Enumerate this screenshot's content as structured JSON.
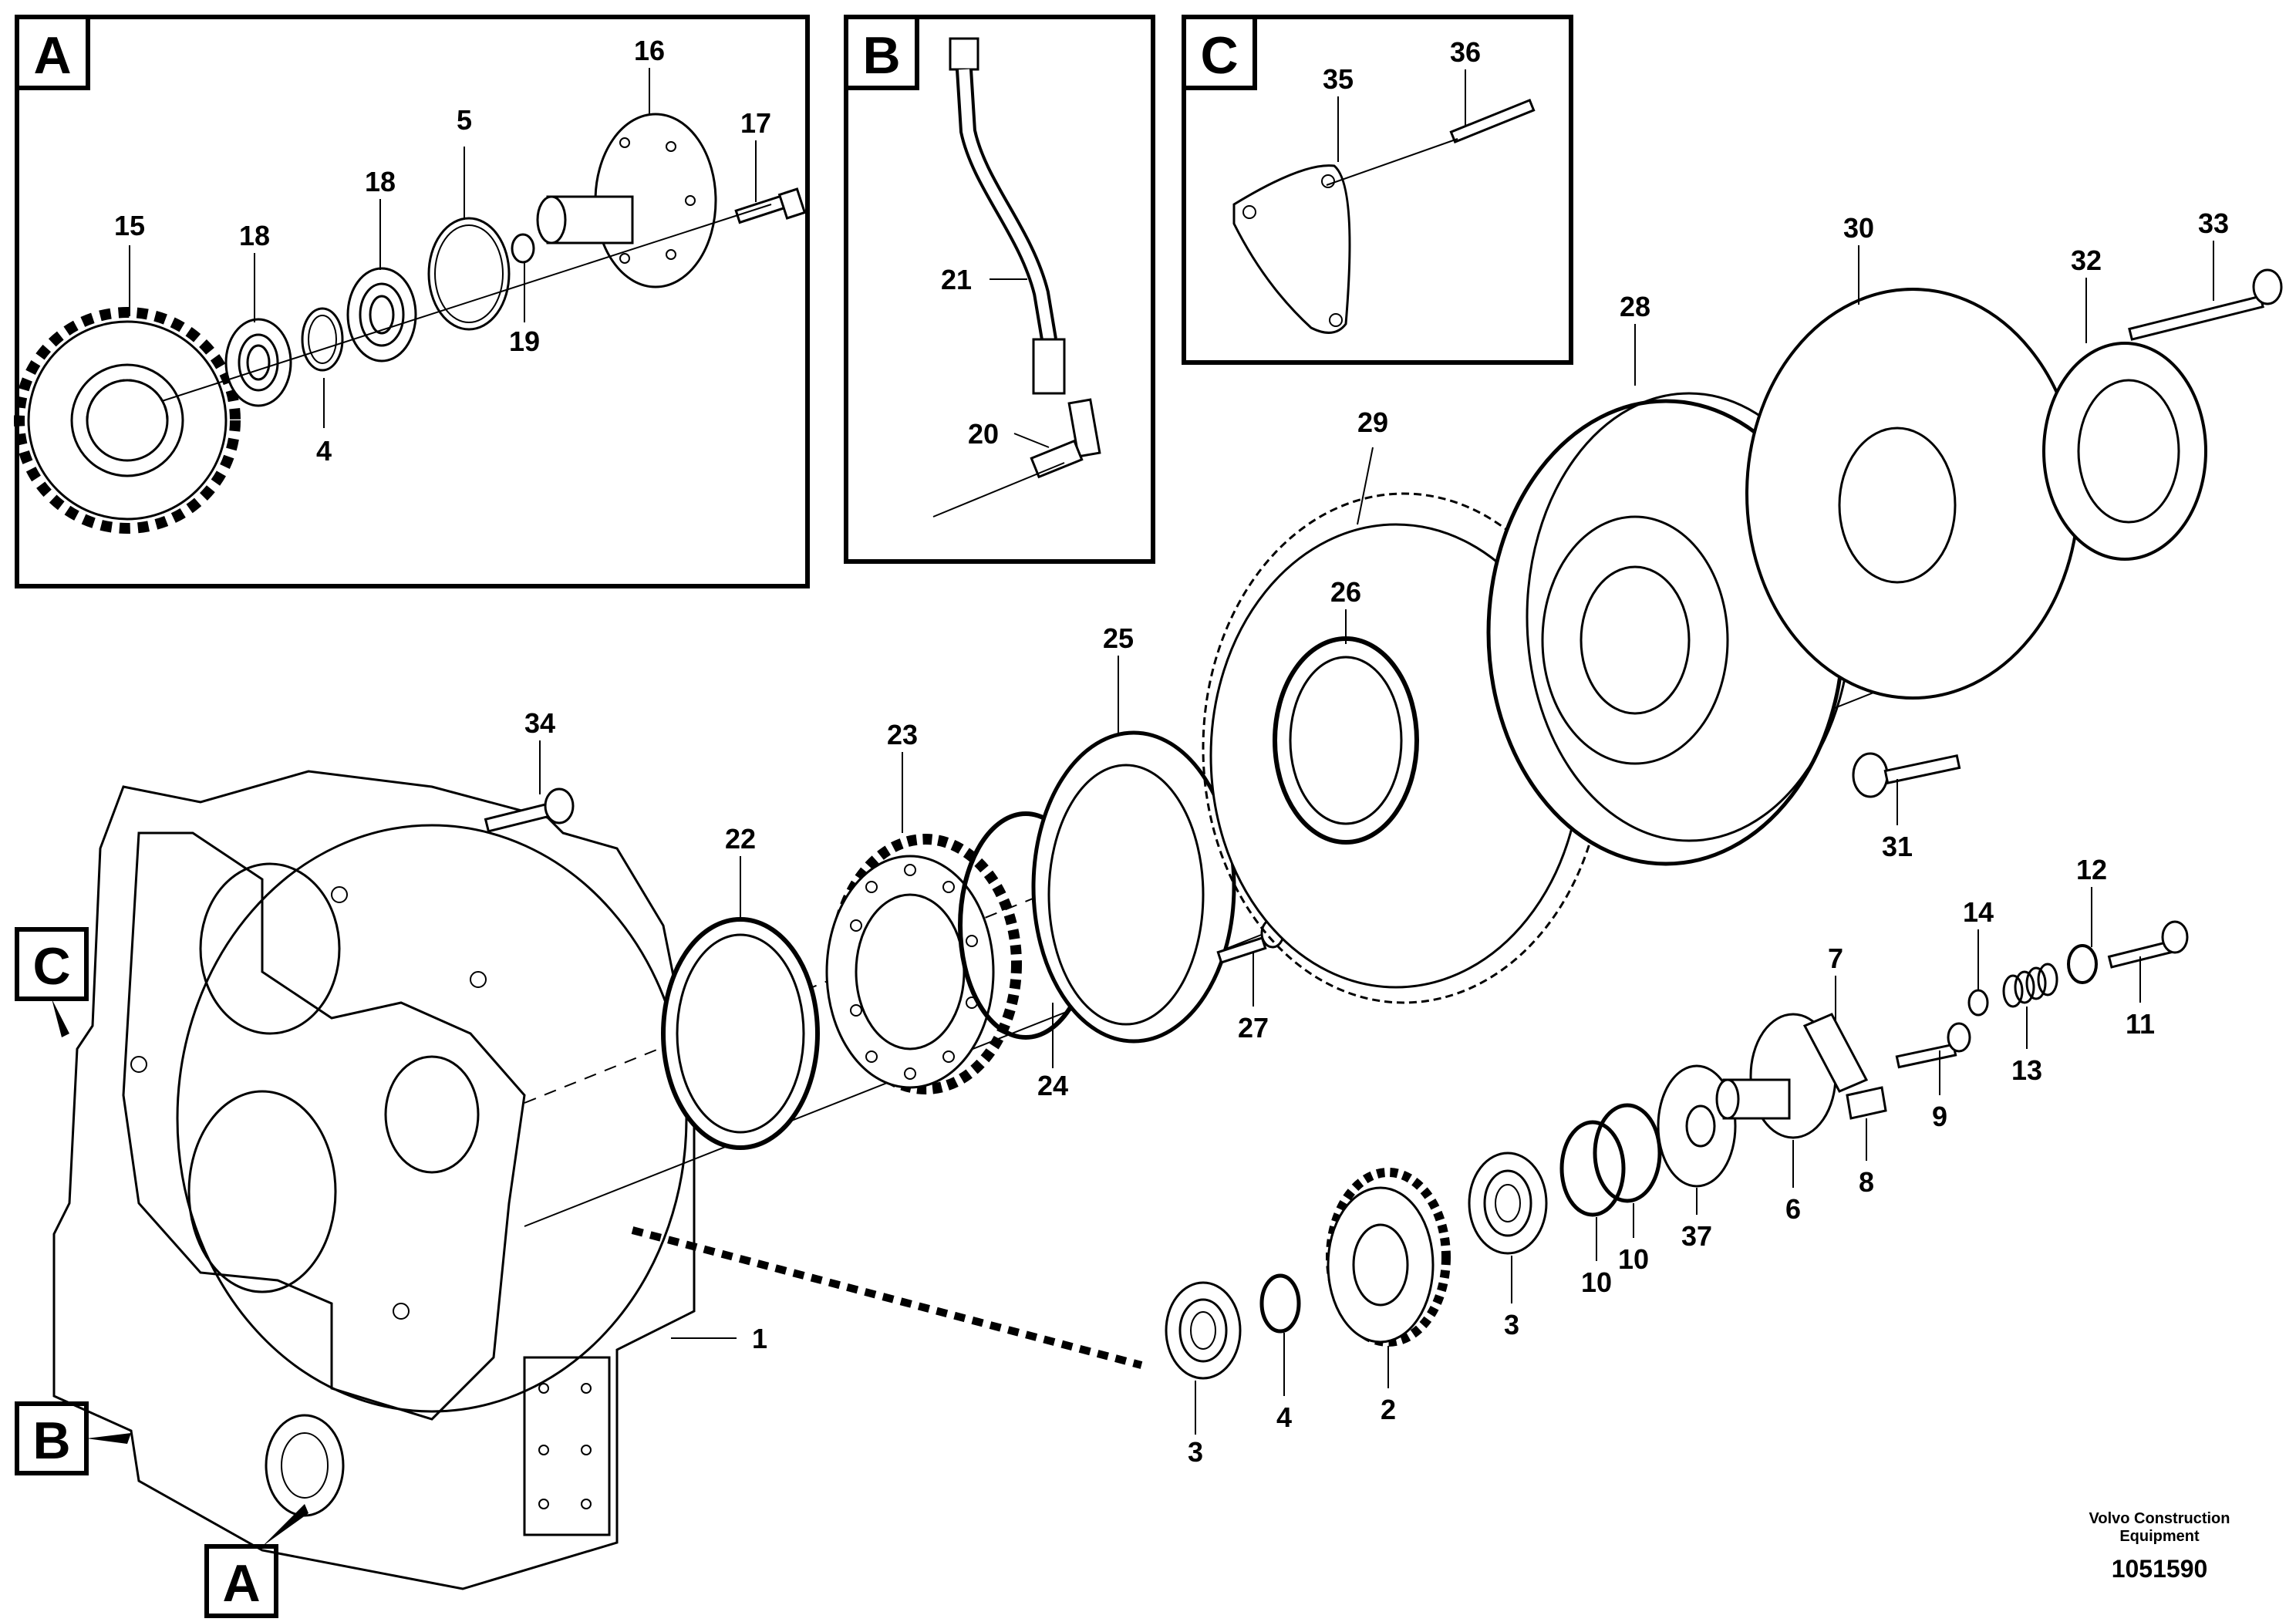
{
  "inset_labels": {
    "a": "A",
    "b": "B",
    "c": "C"
  },
  "pointer_labels": {
    "a": "A",
    "b": "B",
    "c": "C"
  },
  "callouts": {
    "n1": "1",
    "n2": "2",
    "n3a": "3",
    "n3b": "3",
    "n4a": "4",
    "n4b": "4",
    "n5": "5",
    "n6": "6",
    "n7": "7",
    "n8": "8",
    "n9": "9",
    "n10a": "10",
    "n10b": "10",
    "n11": "11",
    "n12": "12",
    "n13": "13",
    "n14": "14",
    "n15": "15",
    "n16": "16",
    "n17": "17",
    "n18a": "18",
    "n18b": "18",
    "n19": "19",
    "n20": "20",
    "n21": "21",
    "n22": "22",
    "n23": "23",
    "n24": "24",
    "n25": "25",
    "n26": "26",
    "n27": "27",
    "n28": "28",
    "n29": "29",
    "n30": "30",
    "n31": "31",
    "n32": "32",
    "n33": "33",
    "n34": "34",
    "n35": "35",
    "n36": "36",
    "n37": "37"
  },
  "footer": {
    "company_line1": "Volvo Construction",
    "company_line2": "Equipment",
    "reference_number": "1051590"
  }
}
